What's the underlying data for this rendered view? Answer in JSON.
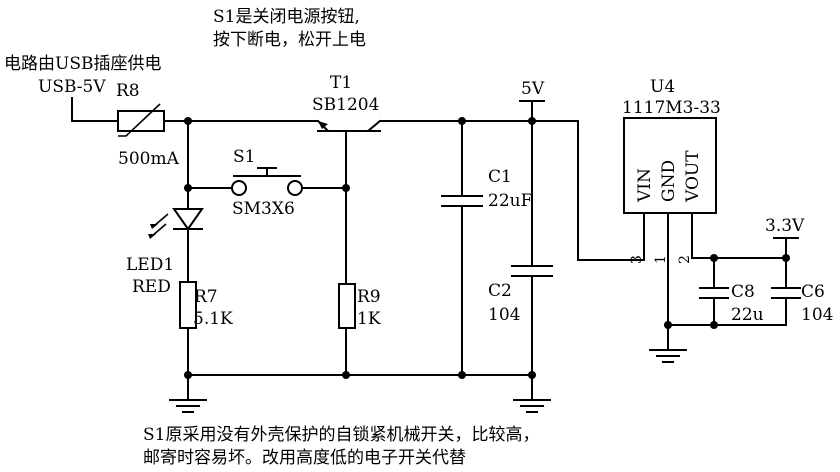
{
  "notes": {
    "top_line1": "S1是关闭电源按钮,",
    "top_line2": "按下断电，松开上电",
    "bottom_line1": "S1原采用没有外壳保护的自锁紧机械开关，比较高，",
    "bottom_line2": "邮寄时容易坏。改用高度低的电子开关代替"
  },
  "power": {
    "supply_note": "电路由USB插座供电",
    "usb_label": "USB-5V",
    "rail_5v": "5V",
    "rail_3v3": "3.3V"
  },
  "components": {
    "r8": {
      "ref": "R8",
      "value": "500mA"
    },
    "t1": {
      "ref": "T1",
      "value": "SB1204"
    },
    "s1": {
      "ref": "S1",
      "value": "SM3X6"
    },
    "led1": {
      "ref": "LED1",
      "value": "RED"
    },
    "r7": {
      "ref": "R7",
      "value": "5.1K"
    },
    "r9": {
      "ref": "R9",
      "value": "1K"
    },
    "c1": {
      "ref": "C1",
      "value": "22uF"
    },
    "c2": {
      "ref": "C2",
      "value": "104"
    },
    "u4": {
      "ref": "U4",
      "value": "1117M3-33",
      "pin_names": [
        "VIN",
        "GND",
        "VOUT"
      ],
      "pin_numbers": [
        "3",
        "1",
        "2"
      ]
    },
    "c8": {
      "ref": "C8",
      "value": "22u"
    },
    "c6": {
      "ref": "C6",
      "value": "104"
    }
  }
}
